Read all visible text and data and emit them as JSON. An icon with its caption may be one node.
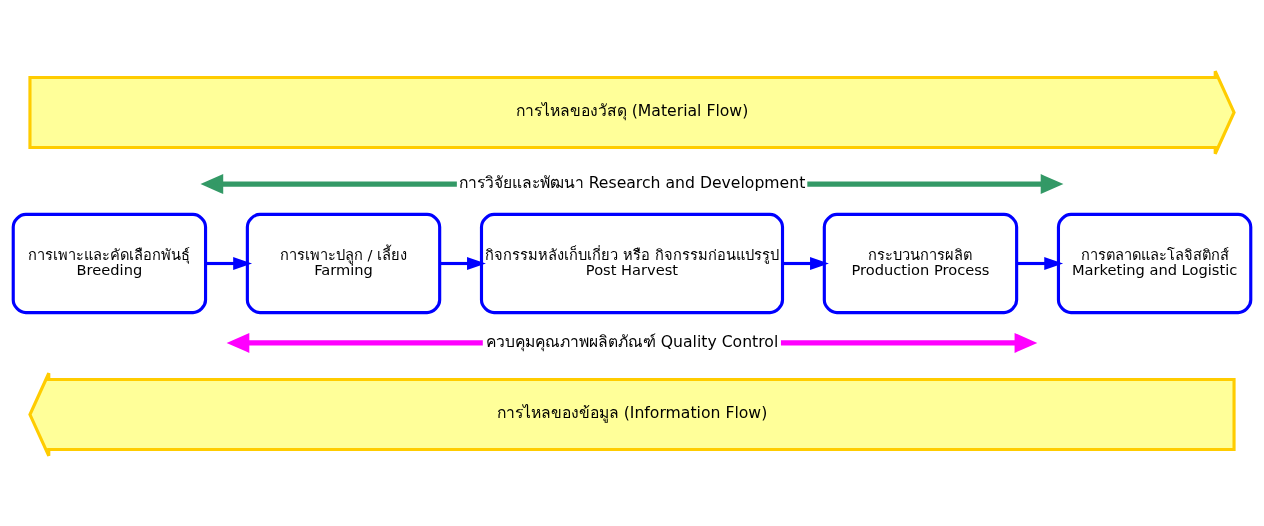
{
  "diagram": {
    "nodes": [
      {
        "text": [
          "การไหลของวัสดุ (Material Flow)"
        ]
      },
      {
        "text": [
          "การเพาะและคัดเลือกพันธุ์",
          "Breeding"
        ]
      },
      {
        "text": [
          "การเพาะปลูก / เลี้ยง",
          "Farming"
        ]
      },
      {
        "text": [
          "กิจกรรมหลังเก็บเกี่ยว หรือ กิจกรรมก่อนแปรรูป",
          "Post Harvest"
        ]
      },
      {
        "text": [
          "กระบวนการผลิต",
          "Production Process"
        ]
      },
      {
        "text": [
          "การตลาดและโลจิสติกส์",
          "Marketing and Logistic"
        ]
      },
      {
        "text": [
          "การไหลของข้อมูล (Information Flow)"
        ]
      }
    ],
    "edges": [
      {
        "from": 1,
        "to": 2,
        "arrow": "to"
      },
      {
        "from": 2,
        "to": 3,
        "arrow": "to"
      },
      {
        "from": 3,
        "to": 4,
        "arrow": "to"
      },
      {
        "from": 4,
        "to": 5,
        "arrow": "to"
      }
    ],
    "labels": [
      "การวิจัยและพัฒนา Research and Development",
      "ควบคุมคุณภาพผลิตภัณฑ์ Quality Control"
    ]
  }
}
